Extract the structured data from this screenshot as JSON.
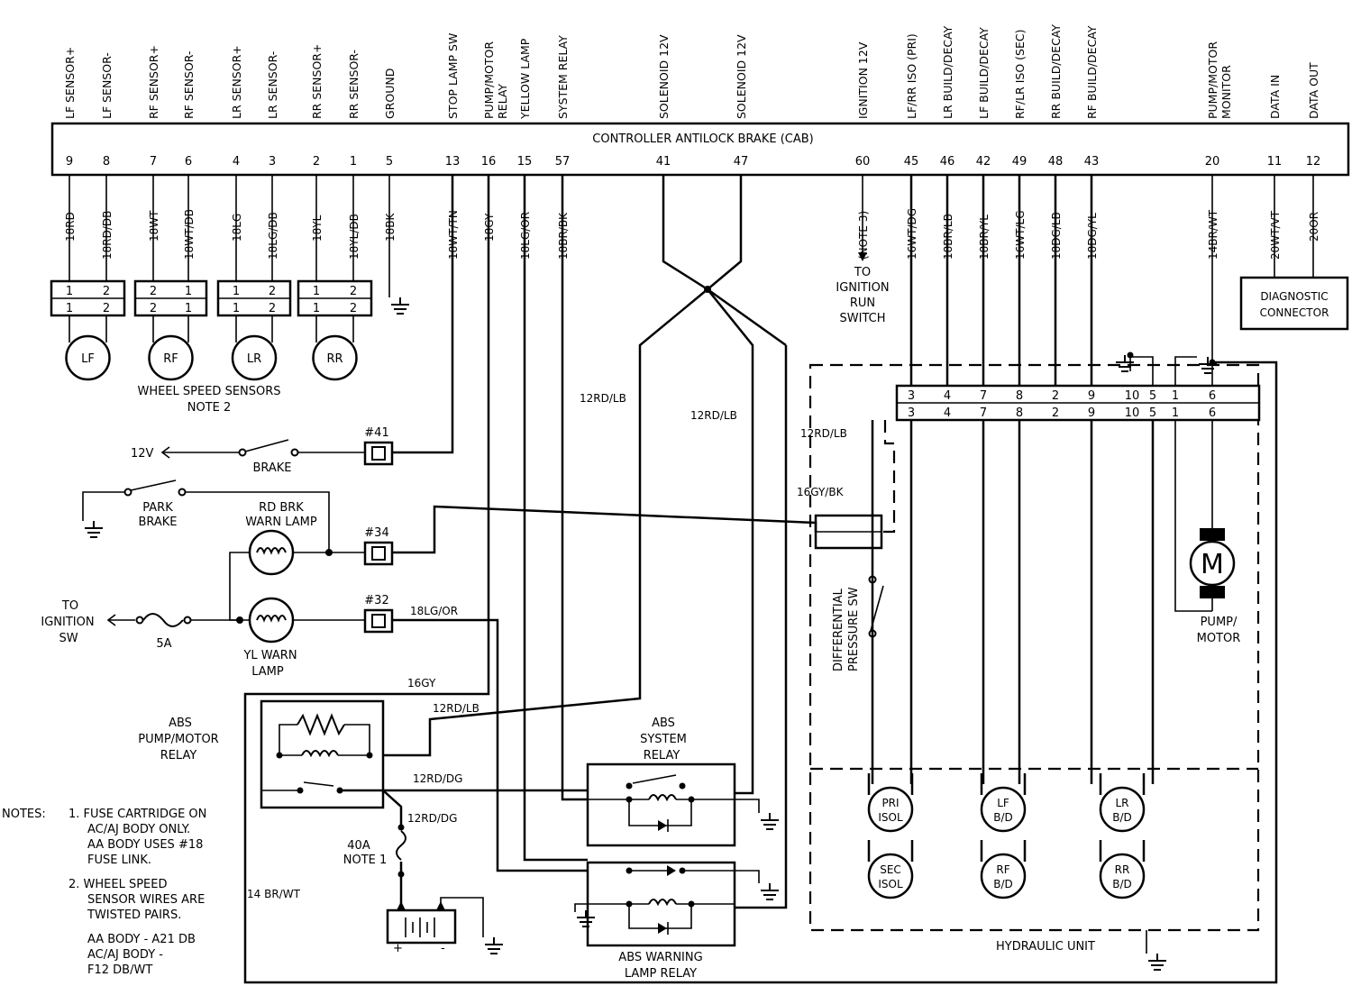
{
  "controller": {
    "title": "CONTROLLER ANTILOCK BRAKE (CAB)",
    "pins": [
      {
        "label": "LF SENSOR+",
        "pin": "9",
        "wire": "18RD"
      },
      {
        "label": "LF SENSOR-",
        "pin": "8",
        "wire": "18RD/DB"
      },
      {
        "label": "RF SENSOR+",
        "pin": "7",
        "wire": "18WT"
      },
      {
        "label": "RF SENSOR-",
        "pin": "6",
        "wire": "18WT/DB"
      },
      {
        "label": "LR SENSOR+",
        "pin": "4",
        "wire": "18LG"
      },
      {
        "label": "LR SENSOR-",
        "pin": "3",
        "wire": "18LG/DB"
      },
      {
        "label": "RR SENSOR+",
        "pin": "2",
        "wire": "18YL"
      },
      {
        "label": "RR SENSOR-",
        "pin": "1",
        "wire": "18YL/DB"
      },
      {
        "label": "GROUND",
        "pin": "5",
        "wire": "18BK"
      },
      {
        "label": "STOP LAMP SW",
        "pin": "13",
        "wire": "18WT/TN"
      },
      {
        "label": "PUMP/MOTOR",
        "label2": "RELAY",
        "pin": "16",
        "wire": "18GY"
      },
      {
        "label": "YELLOW LAMP",
        "pin": "15",
        "wire": "18LG/OR"
      },
      {
        "label": "SYSTEM RELAY",
        "pin": "57",
        "wire": "18BR/BK"
      },
      {
        "label": "SOLENOID 12V",
        "pin": "41",
        "wire": ""
      },
      {
        "label": "SOLENOID 12V",
        "pin": "47",
        "wire": ""
      },
      {
        "label": "IGNITION 12V",
        "pin": "60",
        "wire": "(NOTE 3)"
      },
      {
        "label": "LF/RR ISO (PRI)",
        "pin": "45",
        "wire": "16WT/DG"
      },
      {
        "label": "LR BUILD/DECAY",
        "pin": "46",
        "wire": "18BR/LB"
      },
      {
        "label": "LF BUILD/DECAY",
        "pin": "42",
        "wire": "18BR/YL"
      },
      {
        "label": "RF/LR ISO (SEC)",
        "pin": "49",
        "wire": "16WT/LG"
      },
      {
        "label": "RR BUILD/DECAY",
        "pin": "48",
        "wire": "18DG/LB"
      },
      {
        "label": "RF BUILD/DECAY",
        "pin": "43",
        "wire": "18DG/YL"
      },
      {
        "label": "PUMP/MOTOR",
        "label2": "MONITOR",
        "pin": "20",
        "wire": "14BR/WT"
      },
      {
        "label": "DATA IN",
        "pin": "11",
        "wire": "20WT/VT"
      },
      {
        "label": "DATA OUT",
        "pin": "12",
        "wire": "20OR"
      }
    ]
  },
  "sensors": {
    "names": [
      "LF",
      "RF",
      "LR",
      "RR"
    ],
    "connector_pins": [
      [
        "1",
        "2"
      ],
      [
        "2",
        "1"
      ],
      [
        "1",
        "2"
      ],
      [
        "1",
        "2"
      ]
    ],
    "caption": "WHEEL SPEED SENSORS",
    "caption_note": "NOTE 2"
  },
  "ignition_run": {
    "line1": "TO",
    "line2": "IGNITION",
    "line3": "RUN",
    "line4": "SWITCH"
  },
  "diagnostic": {
    "line1": "DIAGNOSTIC",
    "line2": "CONNECTOR"
  },
  "hydraulic": {
    "title": "HYDRAULIC UNIT",
    "connector_pins": [
      "3",
      "4",
      "7",
      "8",
      "2",
      "9",
      "10",
      "5",
      "1",
      "6"
    ],
    "valves": [
      {
        "l1": "PRI",
        "l2": "ISOL"
      },
      {
        "l1": "SEC",
        "l2": "ISOL"
      },
      {
        "l1": "LF",
        "l2": "B/D"
      },
      {
        "l1": "RF",
        "l2": "B/D"
      },
      {
        "l1": "LR",
        "l2": "B/D"
      },
      {
        "l1": "RR",
        "l2": "B/D"
      }
    ],
    "pump_motor": {
      "symbol": "M",
      "line1": "PUMP/",
      "line2": "MOTOR"
    },
    "diff_switch": {
      "line1": "DIFFERENTIAL",
      "line2": "PRESSURE SW"
    }
  },
  "wires": {
    "w12rd_lb": "12RD/LB",
    "w16gy_bk": "16GY/BK",
    "w18lg_or": "18LG/OR",
    "w16gy": "16GY",
    "w12rd_dg": "12RD/DG",
    "w14br_wt": "14 BR/WT"
  },
  "circuit": {
    "v12": "12V",
    "brake": "BRAKE",
    "fuse41": "#41",
    "fuse34": "#34",
    "fuse32": "#32",
    "park_l1": "PARK",
    "park_l2": "BRAKE",
    "rd_l1": "RD BRK",
    "rd_l2": "WARN LAMP",
    "yl_l1": "YL WARN",
    "yl_l2": "LAMP",
    "ign_l1": "TO",
    "ign_l2": "IGNITION",
    "ign_l3": "SW",
    "fuse5a": "5A",
    "fuse40a_l1": "40A",
    "fuse40a_l2": "NOTE 1"
  },
  "relays": {
    "pump_l1": "ABS",
    "pump_l2": "PUMP/MOTOR",
    "pump_l3": "RELAY",
    "sys_l1": "ABS",
    "sys_l2": "SYSTEM",
    "sys_l3": "RELAY",
    "warn_l1": "ABS WARNING",
    "warn_l2": "LAMP RELAY"
  },
  "notes": {
    "heading": "NOTES:",
    "n1": [
      "1. FUSE CARTRIDGE ON",
      "AC/AJ BODY ONLY.",
      "AA BODY USES #18",
      "FUSE LINK."
    ],
    "n2": [
      "2. WHEEL SPEED",
      "SENSOR WIRES ARE",
      "TWISTED PAIRS."
    ],
    "n3": [
      "AA BODY - A21 DB",
      "AC/AJ BODY -",
      "F12 DB/WT"
    ]
  }
}
